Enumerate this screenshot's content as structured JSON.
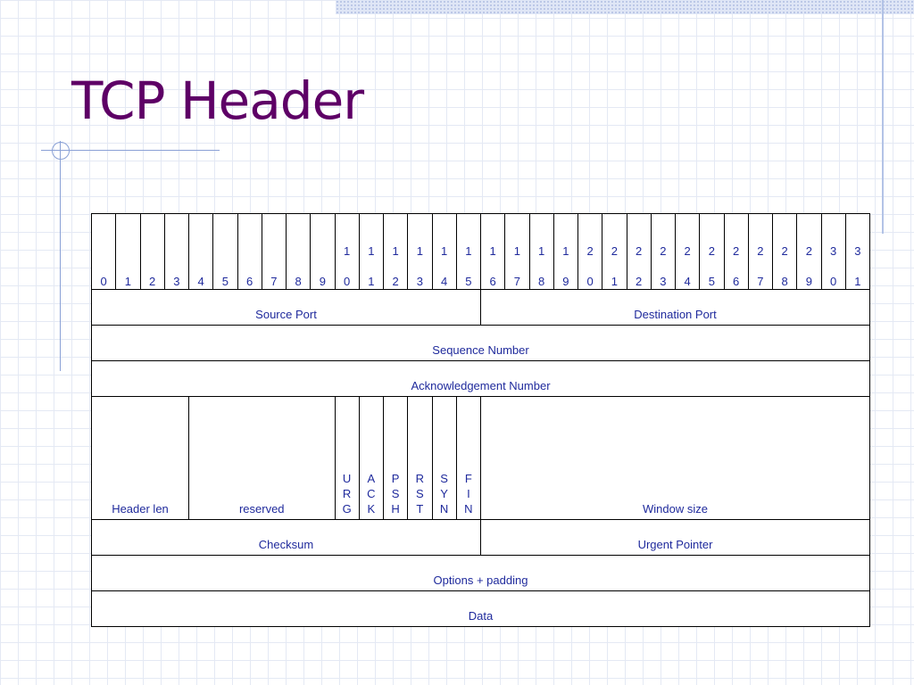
{
  "slide": {
    "title": "TCP Header",
    "accent_color": "#5e0066",
    "text_color": "#1f2a9c"
  },
  "bits": [
    {
      "top": "",
      "bottom": "0"
    },
    {
      "top": "",
      "bottom": "1"
    },
    {
      "top": "",
      "bottom": "2"
    },
    {
      "top": "",
      "bottom": "3"
    },
    {
      "top": "",
      "bottom": "4"
    },
    {
      "top": "",
      "bottom": "5"
    },
    {
      "top": "",
      "bottom": "6"
    },
    {
      "top": "",
      "bottom": "7"
    },
    {
      "top": "",
      "bottom": "8"
    },
    {
      "top": "",
      "bottom": "9"
    },
    {
      "top": "1",
      "bottom": "0"
    },
    {
      "top": "1",
      "bottom": "1"
    },
    {
      "top": "1",
      "bottom": "2"
    },
    {
      "top": "1",
      "bottom": "3"
    },
    {
      "top": "1",
      "bottom": "4"
    },
    {
      "top": "1",
      "bottom": "5"
    },
    {
      "top": "1",
      "bottom": "6"
    },
    {
      "top": "1",
      "bottom": "7"
    },
    {
      "top": "1",
      "bottom": "8"
    },
    {
      "top": "1",
      "bottom": "9"
    },
    {
      "top": "2",
      "bottom": "0"
    },
    {
      "top": "2",
      "bottom": "1"
    },
    {
      "top": "2",
      "bottom": "2"
    },
    {
      "top": "2",
      "bottom": "3"
    },
    {
      "top": "2",
      "bottom": "4"
    },
    {
      "top": "2",
      "bottom": "5"
    },
    {
      "top": "2",
      "bottom": "6"
    },
    {
      "top": "2",
      "bottom": "7"
    },
    {
      "top": "2",
      "bottom": "8"
    },
    {
      "top": "2",
      "bottom": "9"
    },
    {
      "top": "3",
      "bottom": "0"
    },
    {
      "top": "3",
      "bottom": "1"
    }
  ],
  "fields": {
    "source_port": "Source Port",
    "destination_port": "Destination Port",
    "sequence_number": "Sequence Number",
    "acknowledgement_number": "Acknowledgement Number",
    "header_len": "Header len",
    "reserved": "reserved",
    "window_size": "Window size",
    "checksum": "Checksum",
    "urgent_pointer": "Urgent Pointer",
    "options_padding": "Options + padding",
    "data": "Data"
  },
  "flags": [
    {
      "letters": [
        "U",
        "R",
        "G"
      ]
    },
    {
      "letters": [
        "A",
        "C",
        "K"
      ]
    },
    {
      "letters": [
        "P",
        "S",
        "H"
      ]
    },
    {
      "letters": [
        "R",
        "S",
        "T"
      ]
    },
    {
      "letters": [
        "S",
        "Y",
        "N"
      ]
    },
    {
      "letters": [
        "F",
        "I",
        "N"
      ]
    }
  ]
}
